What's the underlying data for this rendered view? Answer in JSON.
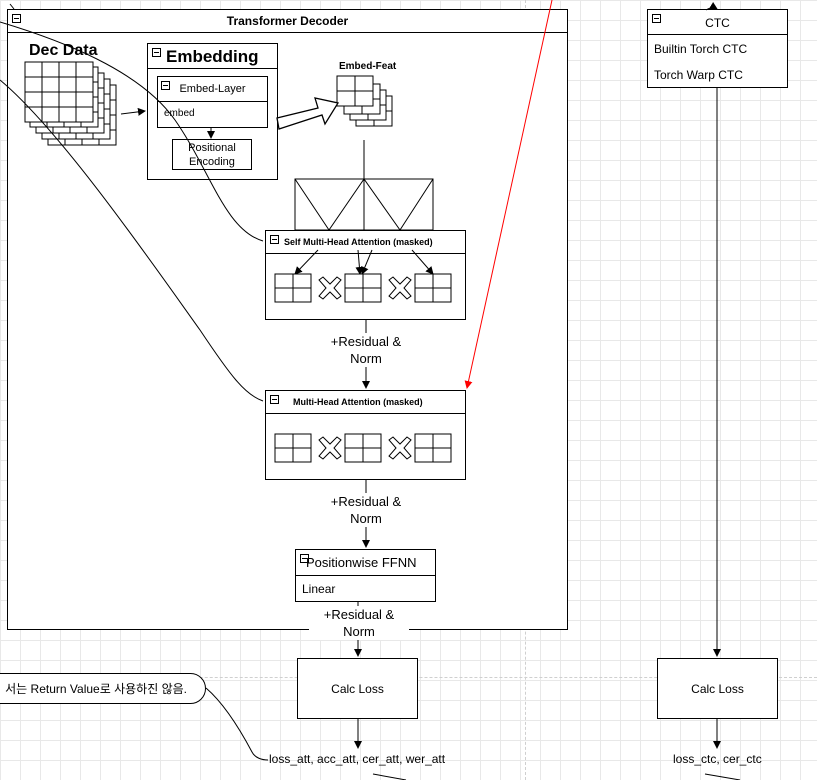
{
  "decoder": {
    "title": "Transformer Decoder"
  },
  "dec_data": {
    "label": "Dec Data"
  },
  "embedding": {
    "title": "Embedding",
    "layer_title": "Embed-Layer",
    "layer_item": "embed",
    "positional": "Positional\nEncoding"
  },
  "embed_feat": {
    "label": "Embed-Feat"
  },
  "self_attn": {
    "title": "Self Multi-Head Attention (masked)"
  },
  "mha": {
    "title": "Multi-Head Attention (masked)"
  },
  "residual_1": "+Residual &\nNorm",
  "residual_2": "+Residual &\nNorm",
  "residual_3": "+Residual &\nNorm",
  "ffnn": {
    "title": "Positionwise FFNN",
    "item": "Linear"
  },
  "ctc": {
    "title": "CTC",
    "items": [
      "Builtin Torch CTC",
      "Torch Warp CTC"
    ]
  },
  "calc_loss_att": "Calc Loss",
  "calc_loss_ctc": "Calc Loss",
  "outputs_att": "loss_att, acc_att, cer_att, wer_att",
  "outputs_ctc": "loss_ctc, cer_ctc",
  "note": "서는 Return Value로 사용하진 않음.",
  "colors": {
    "wire": "#000000",
    "highlight": "#ff0000",
    "grid": "#e8e8e8"
  }
}
